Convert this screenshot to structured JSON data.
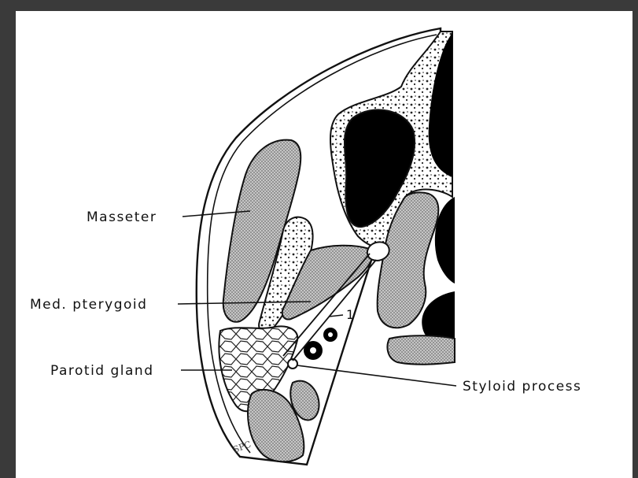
{
  "labels": {
    "masseter": "Masseter",
    "med_pterygoid": "Med. pterygoid",
    "parotid_gland": "Parotid gland",
    "styloid_process": "Styloid process",
    "marker_1": "1",
    "signature": "SPC"
  },
  "colors": {
    "frame": "#3a3a3a",
    "paper": "#ffffff",
    "ink": "#111111",
    "stipple": "#a9a9a9"
  }
}
